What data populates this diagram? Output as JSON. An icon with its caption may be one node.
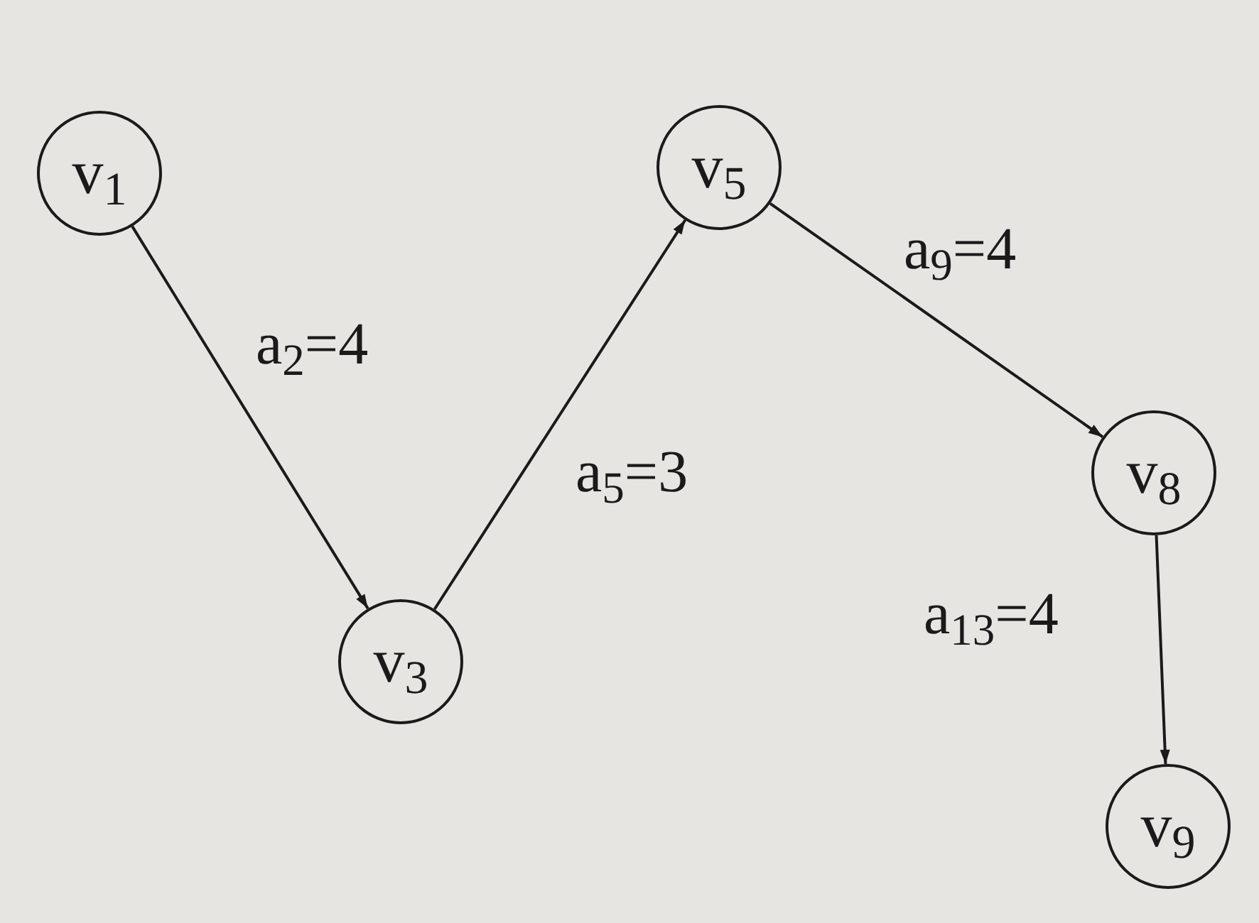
{
  "diagram": {
    "nodes": [
      {
        "text": [
          "v$_{1}$"
        ]
      },
      {
        "text": [
          "v$_{3}$"
        ]
      },
      {
        "text": [
          "v$_{5}$"
        ]
      },
      {
        "text": [
          "v$_{8}$"
        ]
      },
      {
        "text": [
          "v$_{9}$"
        ]
      }
    ],
    "edges": [
      {
        "from": 0,
        "to": 1,
        "arrow": "to",
        "label": "a$_{2}$=4"
      },
      {
        "from": 1,
        "to": 2,
        "arrow": "to",
        "label": "a$_{5}$=3"
      },
      {
        "from": 2,
        "to": 3,
        "arrow": "to",
        "label": "a$_{9}$=4"
      },
      {
        "from": 3,
        "to": 4,
        "arrow": "to",
        "label": "a$_{13}$=4"
      }
    ]
  }
}
